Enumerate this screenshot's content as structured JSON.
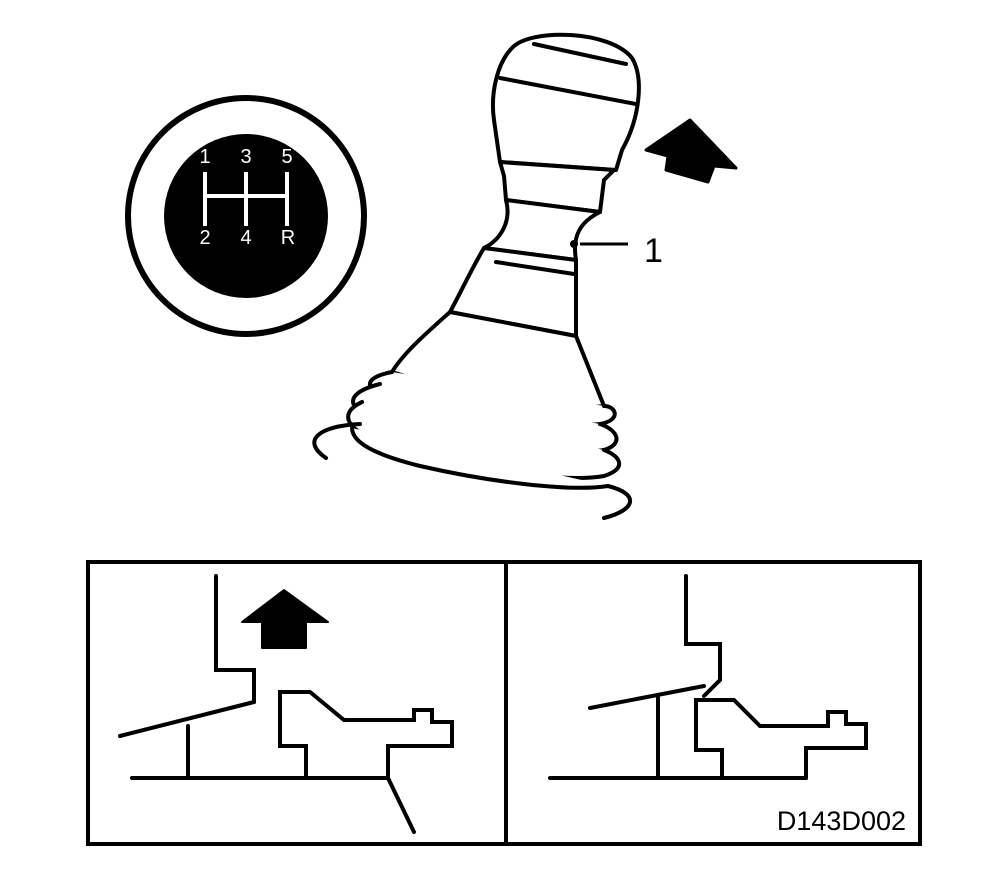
{
  "shift_pattern": {
    "top_labels": [
      "1",
      "3",
      "5"
    ],
    "bottom_labels": [
      "2",
      "4",
      "R"
    ]
  },
  "callout": {
    "label": "1"
  },
  "figure_code": "D143D002",
  "colors": {
    "ink": "#000000",
    "paper": "#ffffff"
  }
}
